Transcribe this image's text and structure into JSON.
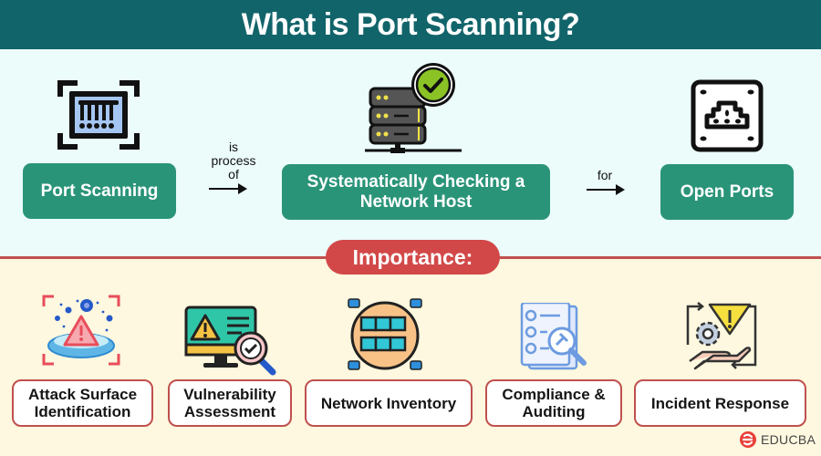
{
  "header": {
    "title": "What is Port Scanning?"
  },
  "definition": {
    "subject": {
      "label": "Port Scanning",
      "icon": "barcode-scanner-icon"
    },
    "connector1": {
      "label": "is process of"
    },
    "process": {
      "label": "Systematically Checking a Network Host",
      "icon": "server-check-icon"
    },
    "connector2": {
      "label": "for"
    },
    "object": {
      "label": "Open Ports",
      "icon": "ethernet-port-icon"
    }
  },
  "importance": {
    "title": "Importance:",
    "items": [
      {
        "label": "Attack Surface Identification",
        "icon": "attack-surface-icon"
      },
      {
        "label": "Vulnerability Assessment",
        "icon": "monitor-warning-icon"
      },
      {
        "label": "Network Inventory",
        "icon": "network-inventory-icon"
      },
      {
        "label": "Compliance & Auditing",
        "icon": "document-audit-icon"
      },
      {
        "label": "Incident Response",
        "icon": "incident-response-icon"
      }
    ]
  },
  "branding": {
    "logo_text": "EDUCBA"
  },
  "colors": {
    "header_bg": "#11646a",
    "top_bg": "#ebfcfb",
    "bottom_bg": "#fdf8df",
    "green_box": "#2a9479",
    "accent_red": "#d24848",
    "card_border": "#c0504d"
  }
}
